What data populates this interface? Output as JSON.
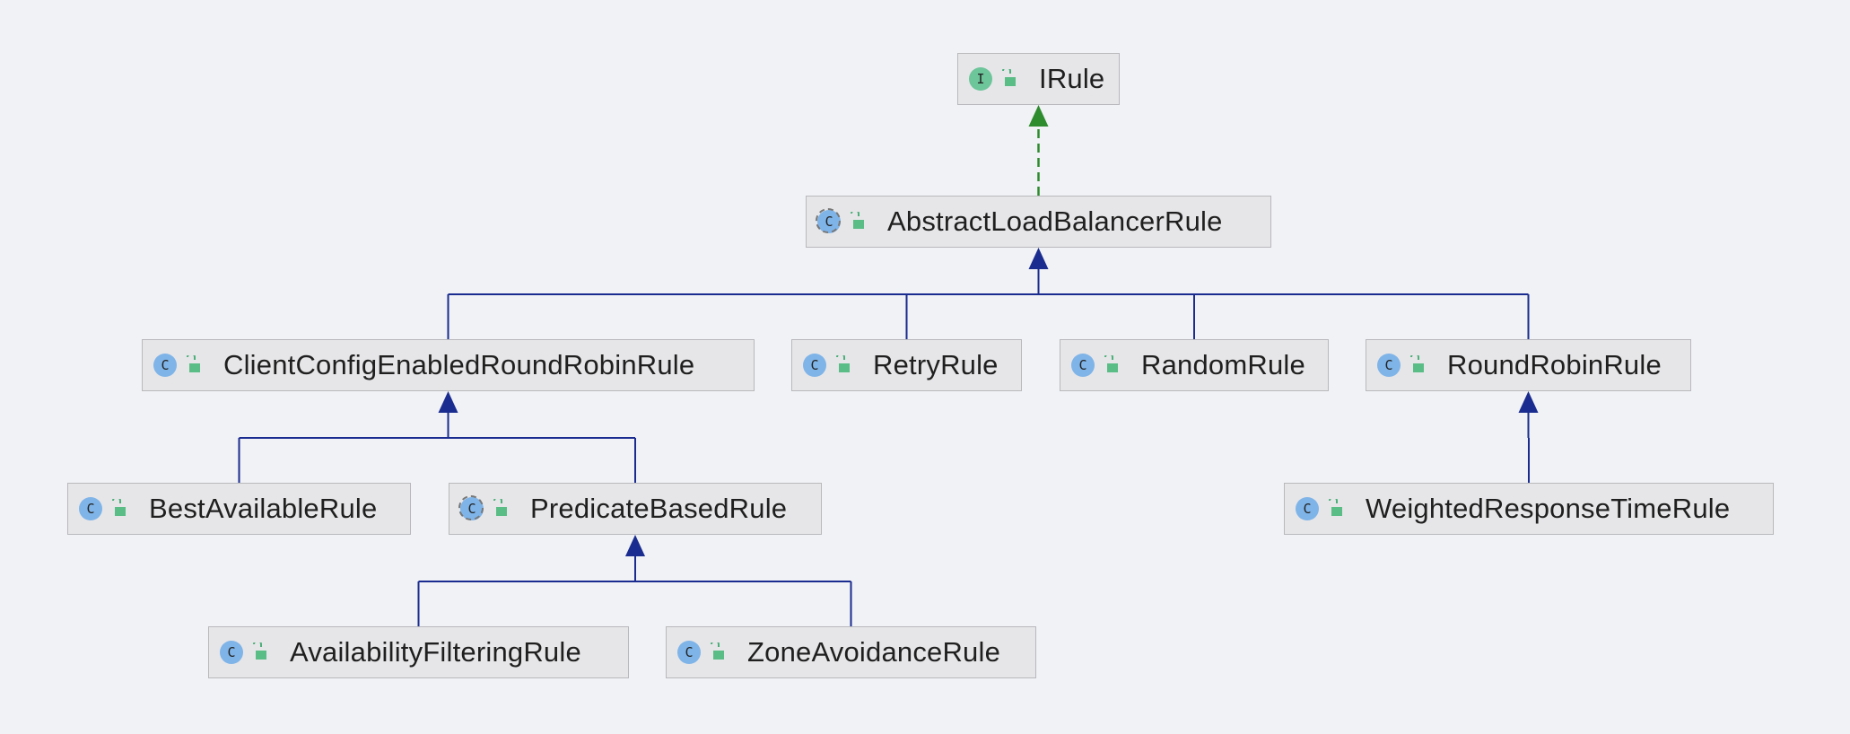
{
  "colors": {
    "background": "#f0f2f5",
    "node_fill": "#e6e6e8",
    "node_border": "#b9b9bd",
    "extends_line": "#1a2c8f",
    "implements_line": "#2e8b2e",
    "class_icon": "#7fb4e8",
    "interface_icon": "#6dc59a"
  },
  "nodes": [
    {
      "id": "irule",
      "label": "IRule",
      "kind": "interface",
      "icon": "interface-icon",
      "icon_letter": "I"
    },
    {
      "id": "abstract",
      "label": "AbstractLoadBalancerRule",
      "kind": "abstract-class",
      "icon": "abstract-class-icon",
      "icon_letter": "C"
    },
    {
      "id": "clientconfig",
      "label": "ClientConfigEnabledRoundRobinRule",
      "kind": "class",
      "icon": "class-icon",
      "icon_letter": "C"
    },
    {
      "id": "retry",
      "label": "RetryRule",
      "kind": "class",
      "icon": "class-icon",
      "icon_letter": "C"
    },
    {
      "id": "random",
      "label": "RandomRule",
      "kind": "class",
      "icon": "class-icon",
      "icon_letter": "C"
    },
    {
      "id": "roundrobin",
      "label": "RoundRobinRule",
      "kind": "class",
      "icon": "class-icon",
      "icon_letter": "C"
    },
    {
      "id": "bestavailable",
      "label": "BestAvailableRule",
      "kind": "class",
      "icon": "class-icon",
      "icon_letter": "C"
    },
    {
      "id": "predicate",
      "label": "PredicateBasedRule",
      "kind": "abstract-class",
      "icon": "abstract-class-icon",
      "icon_letter": "C"
    },
    {
      "id": "weighted",
      "label": "WeightedResponseTimeRule",
      "kind": "class",
      "icon": "class-icon",
      "icon_letter": "C"
    },
    {
      "id": "availability",
      "label": "AvailabilityFilteringRule",
      "kind": "class",
      "icon": "class-icon",
      "icon_letter": "C"
    },
    {
      "id": "zone",
      "label": "ZoneAvoidanceRule",
      "kind": "class",
      "icon": "class-icon",
      "icon_letter": "C"
    }
  ],
  "edges": [
    {
      "from": "abstract",
      "to": "irule",
      "type": "implements"
    },
    {
      "from": "clientconfig",
      "to": "abstract",
      "type": "extends"
    },
    {
      "from": "retry",
      "to": "abstract",
      "type": "extends"
    },
    {
      "from": "random",
      "to": "abstract",
      "type": "extends"
    },
    {
      "from": "roundrobin",
      "to": "abstract",
      "type": "extends"
    },
    {
      "from": "bestavailable",
      "to": "clientconfig",
      "type": "extends"
    },
    {
      "from": "predicate",
      "to": "clientconfig",
      "type": "extends"
    },
    {
      "from": "weighted",
      "to": "roundrobin",
      "type": "extends"
    },
    {
      "from": "availability",
      "to": "predicate",
      "type": "extends"
    },
    {
      "from": "zone",
      "to": "predicate",
      "type": "extends"
    }
  ]
}
